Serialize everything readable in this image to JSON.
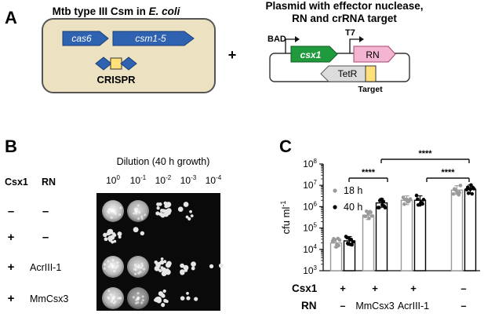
{
  "panel_a": {
    "label": "A",
    "host_title_prefix": "Mtb type III Csm in ",
    "host_title_species": "E. coli",
    "genes": [
      "cas6",
      "csm1-5"
    ],
    "crispr_label": "CRISPR",
    "plus_sign": "+",
    "plasmid_title_line1": "Plasmid with effector nuclease,",
    "plasmid_title_line2": "RN and crRNA target",
    "promoters": [
      "BAD",
      "T7"
    ],
    "plasmid_genes": [
      "csx1",
      "RN",
      "TetR"
    ],
    "target_label": "Target",
    "colors": {
      "host_box": "#ece2c2",
      "gene_blue": "#2f62b0",
      "csx1_green": "#1f9a3c",
      "rn_pink": "#f3b5d2",
      "tetr_grey": "#dcdcdc",
      "target_yellow": "#ffe07a"
    }
  },
  "panel_b": {
    "label": "B",
    "dilution_title": "Dilution (40 h growth)",
    "col_header_csx1": "Csx1",
    "col_header_rn": "RN",
    "dilutions": [
      {
        "base": "10",
        "exp": "0"
      },
      {
        "base": "10",
        "exp": "-1"
      },
      {
        "base": "10",
        "exp": "-2"
      },
      {
        "base": "10",
        "exp": "-3"
      },
      {
        "base": "10",
        "exp": "-4"
      }
    ],
    "rows": [
      {
        "csx1": "–",
        "rn": "–"
      },
      {
        "csx1": "+",
        "rn": "–"
      },
      {
        "csx1": "+",
        "rn": "AcrIII-1"
      },
      {
        "csx1": "+",
        "rn": "MmCsx3"
      }
    ],
    "spot_density": [
      [
        1.0,
        0.9,
        0.55,
        0.2,
        0.0
      ],
      [
        0.5,
        0.08,
        0.0,
        0.0,
        0.0
      ],
      [
        1.0,
        0.9,
        0.55,
        0.25,
        0.05
      ],
      [
        0.95,
        0.7,
        0.4,
        0.12,
        0.0
      ]
    ]
  },
  "panel_c": {
    "label": "C",
    "significance": "****",
    "chart_data": {
      "type": "bar",
      "ylabel_base": "cfu ml",
      "ylabel_exp": "-1",
      "y_scale": "log",
      "ylim": [
        1000,
        100000000
      ],
      "y_ticks": [
        {
          "base": "10",
          "exp": "3"
        },
        {
          "base": "10",
          "exp": "4"
        },
        {
          "base": "10",
          "exp": "5"
        },
        {
          "base": "10",
          "exp": "6"
        },
        {
          "base": "10",
          "exp": "7"
        },
        {
          "base": "10",
          "exp": "8"
        }
      ],
      "categories": [
        {
          "csx1": "+",
          "rn": "–"
        },
        {
          "csx1": "+",
          "rn": "MmCsx3"
        },
        {
          "csx1": "+",
          "rn": "AcrIII-1"
        },
        {
          "csx1": "–",
          "rn": "–"
        }
      ],
      "row_labels": {
        "csx1": "Csx1",
        "rn": "RN"
      },
      "series": [
        {
          "name": "18 h",
          "color": "#9a9a9a",
          "values": [
            20000,
            400000,
            2000000,
            6000000
          ]
        },
        {
          "name": "40 h",
          "color": "#000000",
          "values": [
            25000,
            1500000,
            2000000,
            6500000
          ]
        }
      ],
      "legend_position": "top-left"
    }
  }
}
